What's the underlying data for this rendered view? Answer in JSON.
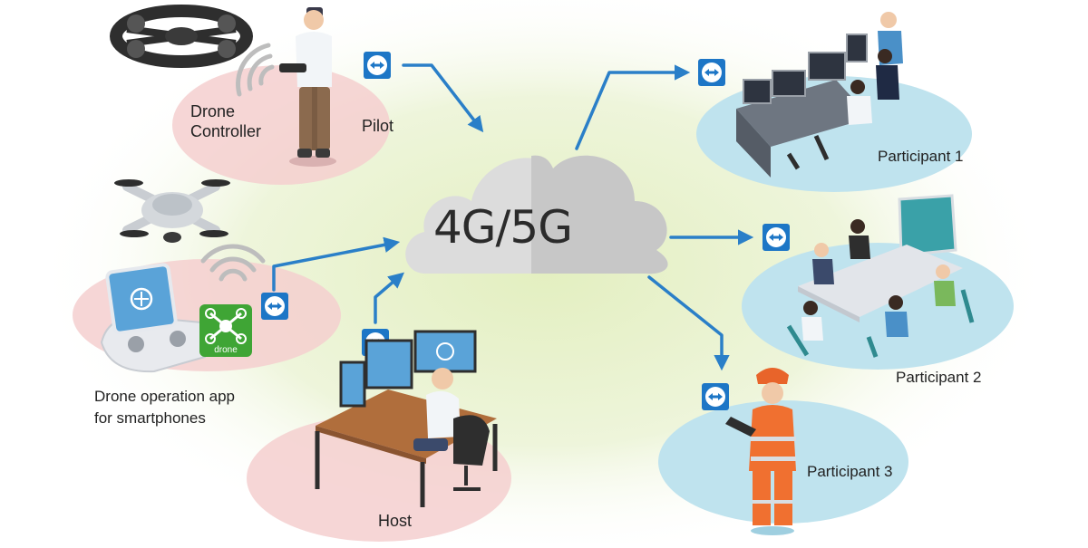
{
  "cloud": {
    "label": "4G/5G"
  },
  "nodes": {
    "drone_controller": "Drone\nController",
    "pilot": "Pilot",
    "app": "Drone operation app\nfor smartphones",
    "host": "Host",
    "participant1": "Participant 1",
    "participant2": "Participant 2",
    "participant3": "Participant 3"
  },
  "app_badge": "drone",
  "colors": {
    "arrow": "#2a7fc8",
    "pink_zone": "#f5cfcf",
    "blue_zone": "#bfe3ee",
    "glow": "#e6f2c9",
    "cloud_light": "#dcdcdc",
    "cloud_dark": "#c3c3c3",
    "app_green": "#3fa535",
    "teamviewer_blue": "#1d76c6"
  },
  "icons": [
    "remote-access-icon",
    "drone-icon",
    "wifi-icon",
    "monitor-icon",
    "person-icon"
  ]
}
